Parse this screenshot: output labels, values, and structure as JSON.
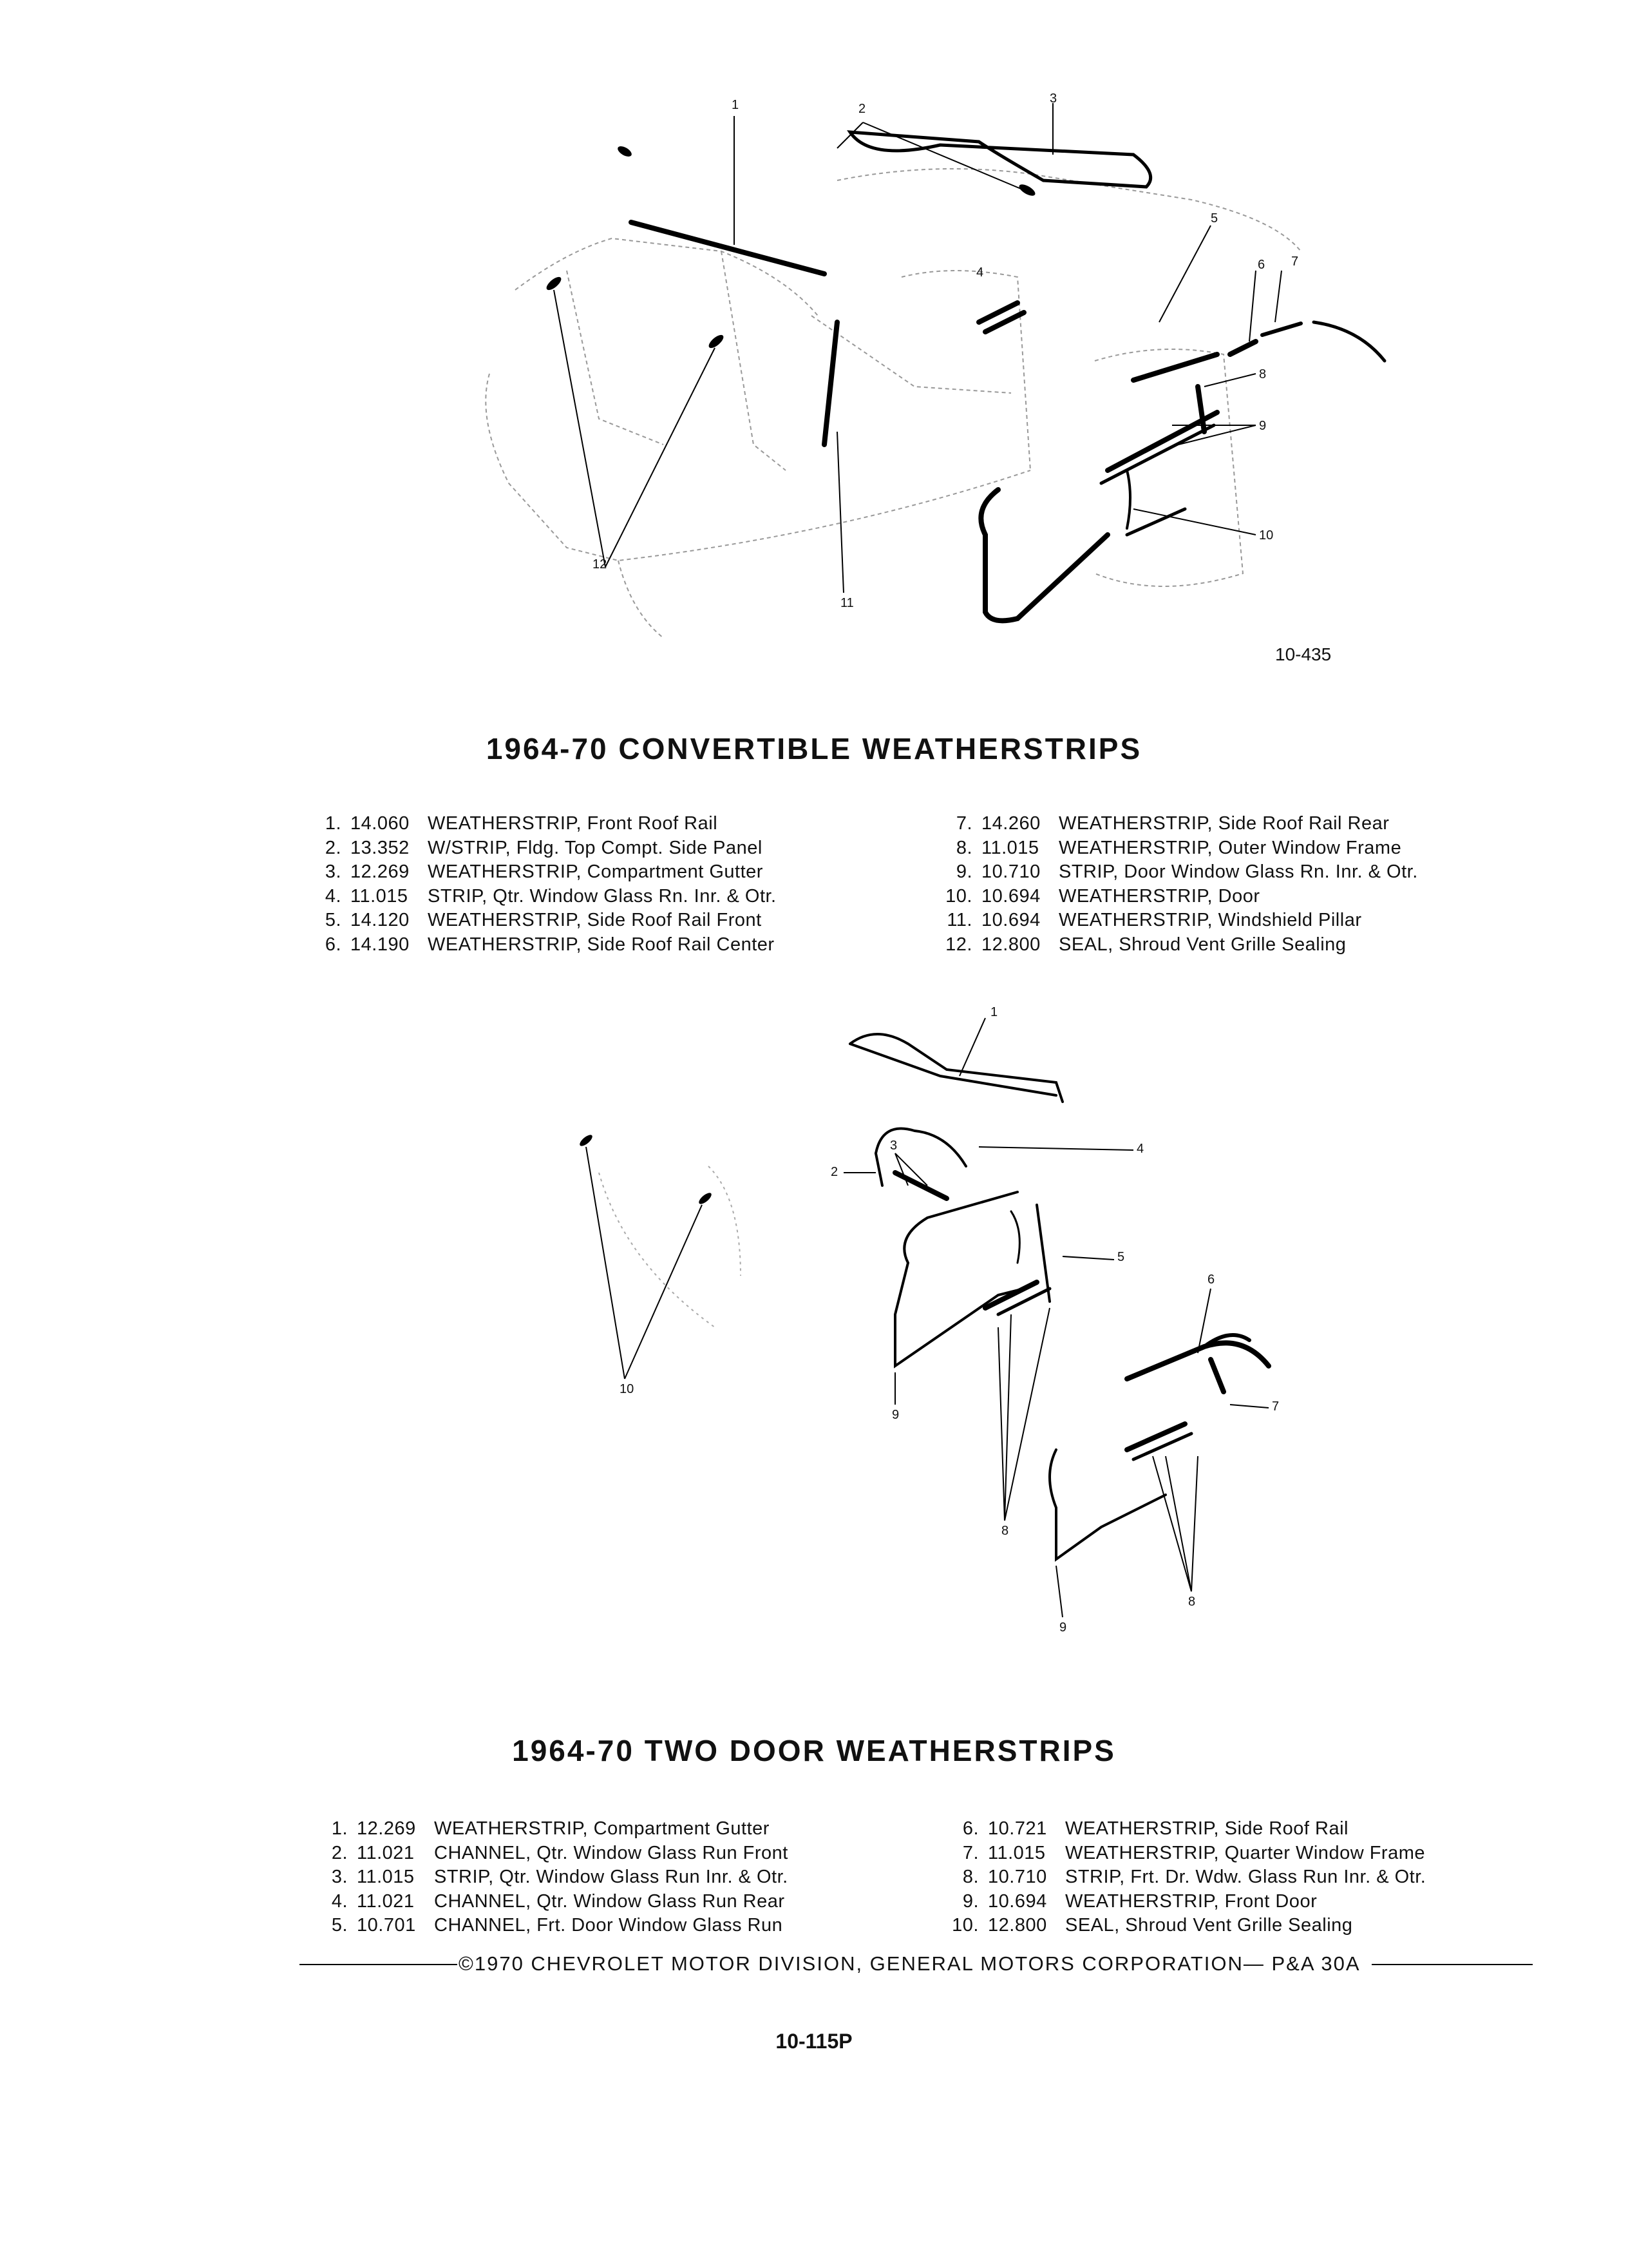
{
  "figure1": {
    "id_label": "10-435",
    "callouts": [
      "1",
      "2",
      "3",
      "4",
      "5",
      "6",
      "7",
      "8",
      "9",
      "10",
      "11",
      "12"
    ]
  },
  "section1": {
    "title": "1964-70 CONVERTIBLE WEATHERSTRIPS",
    "items": [
      {
        "n": "1.",
        "code": "14.060",
        "desc": "WEATHERSTRIP, Front Roof Rail"
      },
      {
        "n": "2.",
        "code": "13.352",
        "desc": "W/STRIP, Fldg. Top Compt. Side Panel"
      },
      {
        "n": "3.",
        "code": "12.269",
        "desc": "WEATHERSTRIP, Compartment Gutter"
      },
      {
        "n": "4.",
        "code": "11.015",
        "desc": "STRIP, Qtr. Window Glass Rn. Inr. & Otr."
      },
      {
        "n": "5.",
        "code": "14.120",
        "desc": "WEATHERSTRIP, Side Roof Rail Front"
      },
      {
        "n": "6.",
        "code": "14.190",
        "desc": "WEATHERSTRIP, Side Roof Rail Center"
      },
      {
        "n": "7.",
        "code": "14.260",
        "desc": "WEATHERSTRIP, Side Roof Rail Rear"
      },
      {
        "n": "8.",
        "code": "11.015",
        "desc": "WEATHERSTRIP, Outer Window Frame"
      },
      {
        "n": "9.",
        "code": "10.710",
        "desc": "STRIP, Door Window Glass Rn. Inr. & Otr."
      },
      {
        "n": "10.",
        "code": "10.694",
        "desc": "WEATHERSTRIP, Door"
      },
      {
        "n": "11.",
        "code": "10.694",
        "desc": "WEATHERSTRIP, Windshield Pillar"
      },
      {
        "n": "12.",
        "code": "12.800",
        "desc": "SEAL, Shroud Vent Grille Sealing"
      }
    ]
  },
  "figure2": {
    "callouts": [
      "1",
      "2",
      "3",
      "4",
      "5",
      "6",
      "7",
      "8",
      "8",
      "9",
      "9",
      "10"
    ]
  },
  "section2": {
    "title": "1964-70 TWO DOOR WEATHERSTRIPS",
    "items": [
      {
        "n": "1.",
        "code": "12.269",
        "desc": "WEATHERSTRIP, Compartment Gutter"
      },
      {
        "n": "2.",
        "code": "11.021",
        "desc": "CHANNEL, Qtr. Window Glass Run Front"
      },
      {
        "n": "3.",
        "code": "11.015",
        "desc": "STRIP, Qtr. Window Glass Run Inr. & Otr."
      },
      {
        "n": "4.",
        "code": "11.021",
        "desc": "CHANNEL, Qtr. Window Glass Run Rear"
      },
      {
        "n": "5.",
        "code": "10.701",
        "desc": "CHANNEL, Frt. Door Window Glass Run"
      },
      {
        "n": "6.",
        "code": "10.721",
        "desc": "WEATHERSTRIP, Side Roof Rail"
      },
      {
        "n": "7.",
        "code": "11.015",
        "desc": "WEATHERSTRIP, Quarter Window Frame"
      },
      {
        "n": "8.",
        "code": "10.710",
        "desc": "STRIP, Frt. Dr. Wdw. Glass Run Inr. & Otr."
      },
      {
        "n": "9.",
        "code": "10.694",
        "desc": "WEATHERSTRIP, Front Door"
      },
      {
        "n": "10.",
        "code": "12.800",
        "desc": "SEAL, Shroud Vent Grille Sealing"
      }
    ]
  },
  "footer": {
    "copyright": "©1970 CHEVROLET MOTOR DIVISION, GENERAL MOTORS CORPORATION— P&A 30A",
    "page_number": "10-115P"
  }
}
